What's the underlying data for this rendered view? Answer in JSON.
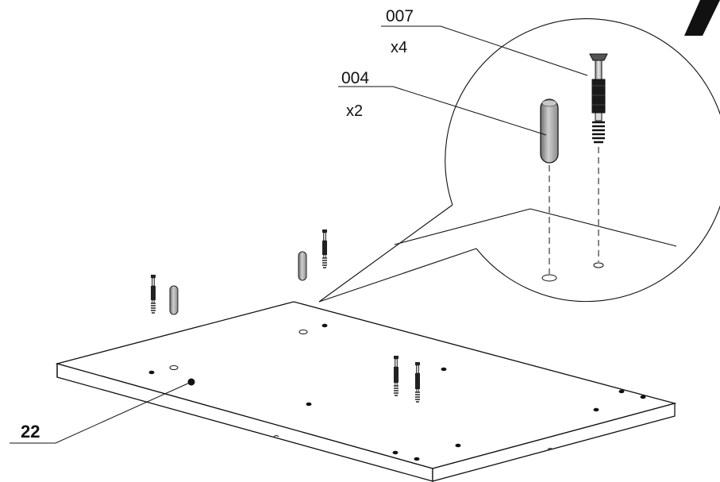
{
  "parts": [
    {
      "code": "007",
      "quantity": "x4"
    },
    {
      "code": "004",
      "quantity": "x2"
    }
  ],
  "panel_label": "22"
}
